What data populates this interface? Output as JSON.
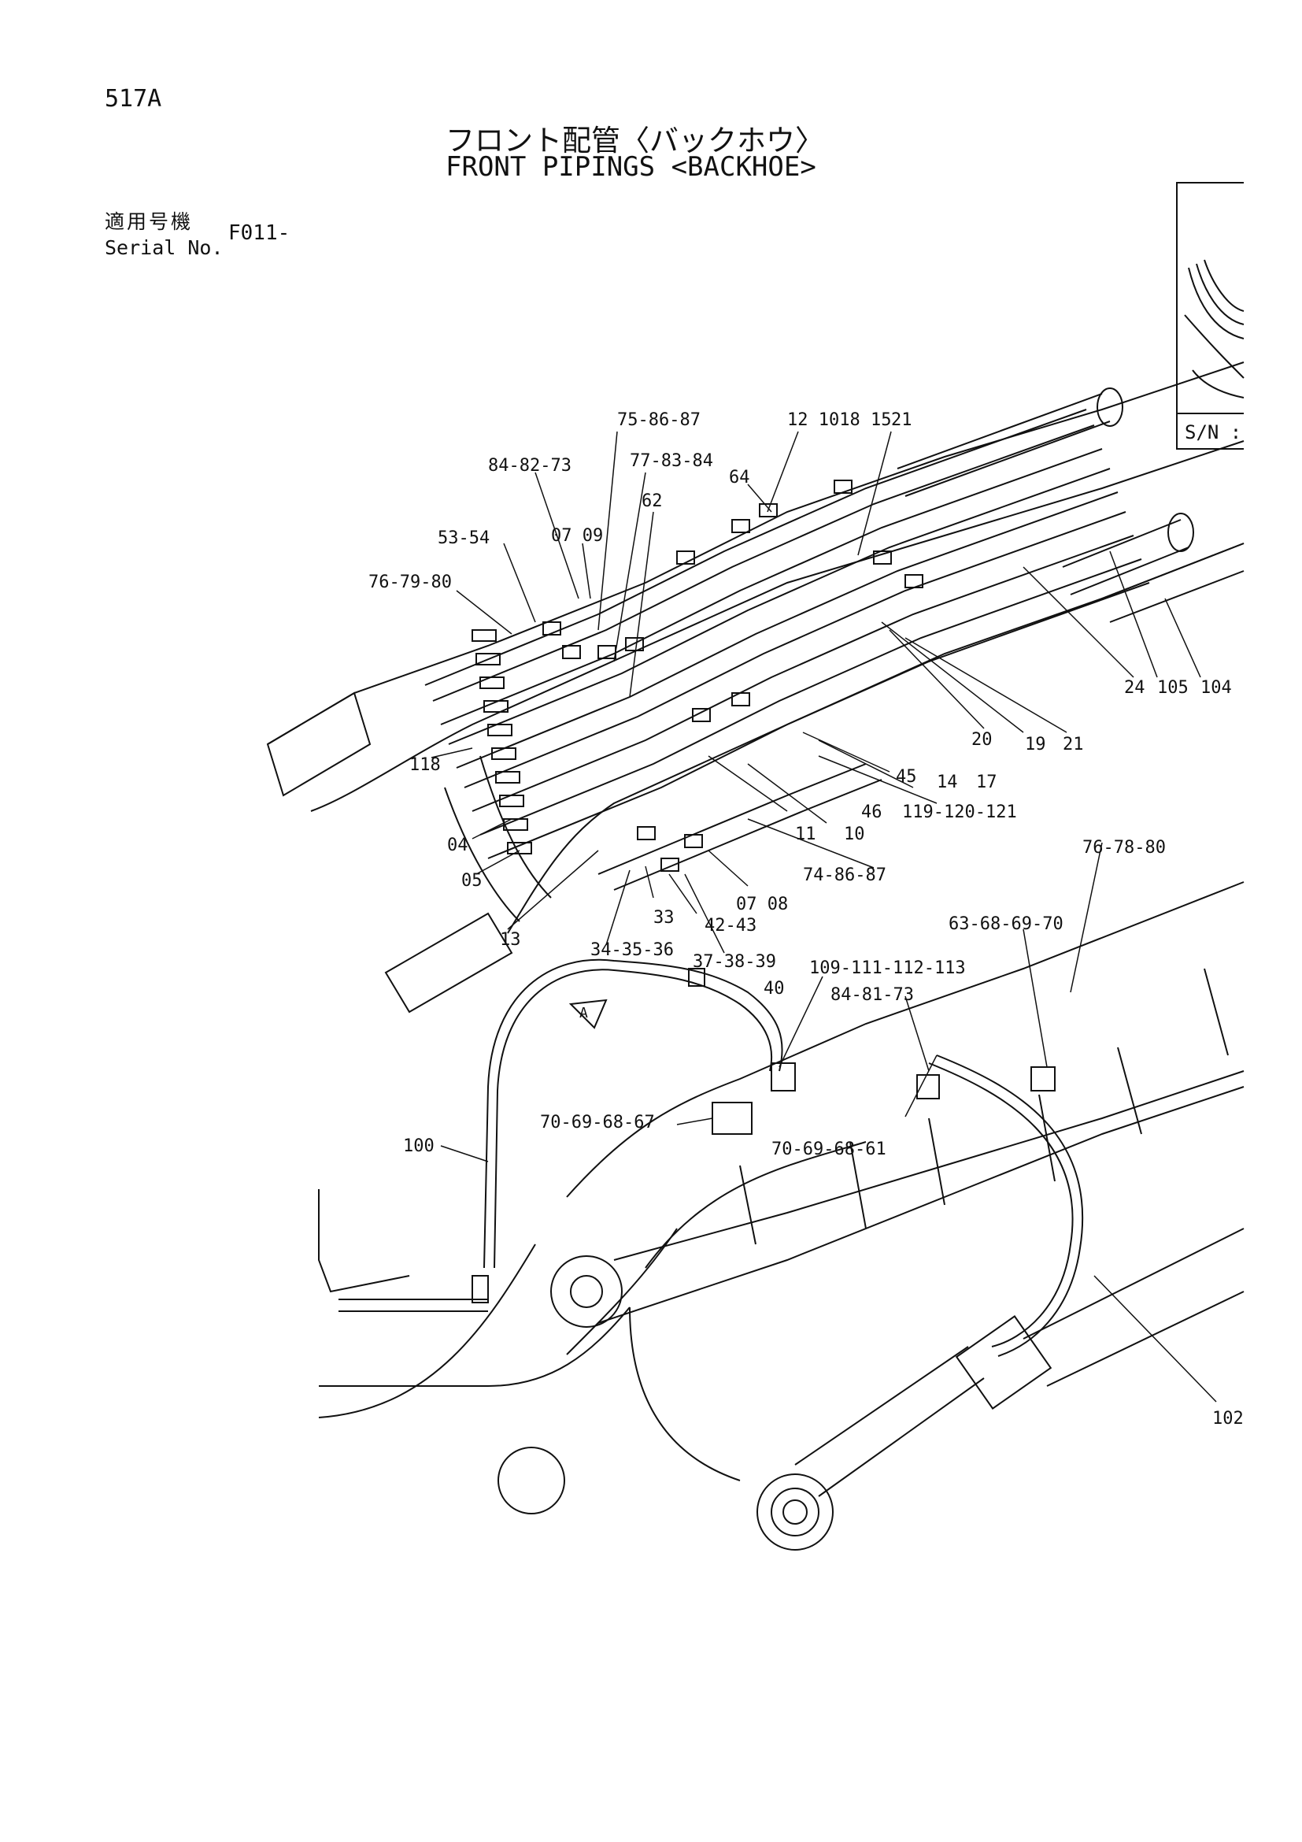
{
  "header": {
    "page_number": "517A",
    "title_jp": "フロント配管〈バックホウ〉",
    "title_en": "FRONT PIPINGS <BACKHOE>",
    "serial_label_jp": "適用号機",
    "serial_label_en": "Serial No.",
    "serial_value": "F011-",
    "inset_serial_label": "S/N :"
  },
  "callouts": [
    {
      "id": "c1",
      "text": "75-86-87"
    },
    {
      "id": "c2",
      "text": "12 1018 15"
    },
    {
      "id": "c3",
      "text": "21"
    },
    {
      "id": "c4",
      "text": "84-82-73"
    },
    {
      "id": "c5",
      "text": "77-83-84"
    },
    {
      "id": "c6",
      "text": "64"
    },
    {
      "id": "c7",
      "text": "62"
    },
    {
      "id": "c8",
      "text": "53-54"
    },
    {
      "id": "c9",
      "text": "07 09"
    },
    {
      "id": "c10",
      "text": "76-79-80"
    },
    {
      "id": "c11",
      "text": "24"
    },
    {
      "id": "c12",
      "text": "105"
    },
    {
      "id": "c13",
      "text": "104"
    },
    {
      "id": "c14",
      "text": "20"
    },
    {
      "id": "c15",
      "text": "19"
    },
    {
      "id": "c16",
      "text": "21"
    },
    {
      "id": "c17",
      "text": "118"
    },
    {
      "id": "c18",
      "text": "45"
    },
    {
      "id": "c19",
      "text": "14"
    },
    {
      "id": "c20",
      "text": "17"
    },
    {
      "id": "c21",
      "text": "46"
    },
    {
      "id": "c22",
      "text": "119-120-121"
    },
    {
      "id": "c23",
      "text": "11"
    },
    {
      "id": "c24",
      "text": "10"
    },
    {
      "id": "c25",
      "text": "04"
    },
    {
      "id": "c26",
      "text": "05"
    },
    {
      "id": "c27",
      "text": "74-86-87"
    },
    {
      "id": "c28",
      "text": "76-78-80"
    },
    {
      "id": "c29",
      "text": "07 08"
    },
    {
      "id": "c30",
      "text": "33"
    },
    {
      "id": "c31",
      "text": "42-43"
    },
    {
      "id": "c32",
      "text": "13"
    },
    {
      "id": "c33",
      "text": "34-35-36"
    },
    {
      "id": "c34",
      "text": "37-38-39"
    },
    {
      "id": "c35",
      "text": "40"
    },
    {
      "id": "c36",
      "text": "63-68-69-70"
    },
    {
      "id": "c37",
      "text": "109-111-112-113"
    },
    {
      "id": "c38",
      "text": "84-81-73"
    },
    {
      "id": "c39",
      "text": "A"
    },
    {
      "id": "c40",
      "text": "70-69-68-67"
    },
    {
      "id": "c41",
      "text": "70-69-68-61"
    },
    {
      "id": "c42",
      "text": "100"
    },
    {
      "id": "c43",
      "text": "102"
    }
  ],
  "colors": {
    "ink": "#111111",
    "paper": "#ffffff"
  }
}
